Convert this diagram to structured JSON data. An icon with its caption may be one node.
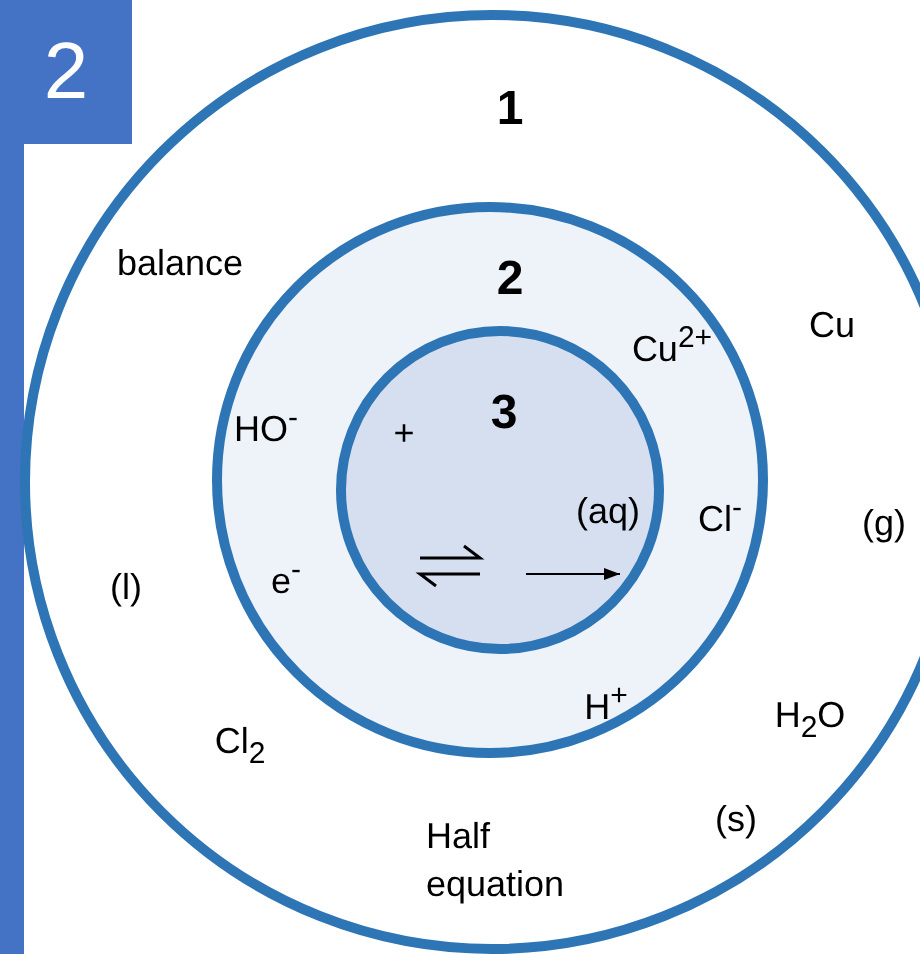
{
  "diagram": {
    "nodes": [
      {
        "text": [
          "1"
        ]
      },
      {
        "text": [
          "2"
        ],
        "in": 0
      },
      {
        "text": [
          "3"
        ],
        "in": 1
      }
    ],
    "labels": [
      "2",
      "balance",
      "Cu$^{2+}$",
      "Cu",
      "HO$^{-}$",
      "+",
      "(aq)",
      "Cl$^{-}$",
      "(g)",
      "(l)",
      "e$^{-}$",
      "H$^{+}$",
      "H$_{2}$O",
      "Cl$_{2}$",
      "(s)",
      "Half equation"
    ]
  }
}
